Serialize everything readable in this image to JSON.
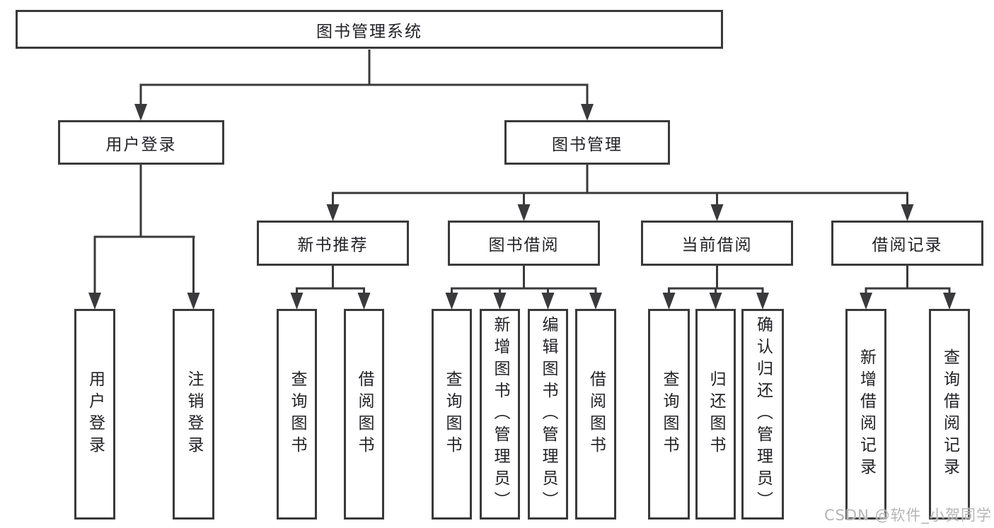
{
  "diagram": {
    "title": "图书管理系统",
    "branches": [
      {
        "label": "用户登录",
        "children": [
          {
            "label": "用户登录"
          },
          {
            "label": "注销登录"
          }
        ]
      },
      {
        "label": "图书管理",
        "children": [
          {
            "label": "新书推荐",
            "children": [
              {
                "label": "查询图书"
              },
              {
                "label": "借阅图书"
              }
            ]
          },
          {
            "label": "图书借阅",
            "children": [
              {
                "label": "查询图书"
              },
              {
                "label": "新增图书（管理员）"
              },
              {
                "label": "编辑图书（管理员）"
              },
              {
                "label": "借阅图书"
              }
            ]
          },
          {
            "label": "当前借阅",
            "children": [
              {
                "label": "查询图书"
              },
              {
                "label": "归还图书"
              },
              {
                "label": "确认归还（管理员）"
              }
            ]
          },
          {
            "label": "借阅记录",
            "children": [
              {
                "label": "新增借阅记录"
              },
              {
                "label": "查询借阅记录"
              }
            ]
          }
        ]
      }
    ]
  },
  "watermark": {
    "text": "CSDN @软件_小贺同学"
  },
  "colors": {
    "line": "#3a3a3c",
    "box_border": "#3a3a3c",
    "text": "#222227",
    "watermark": "#b5b5b5",
    "background": "#ffffff"
  }
}
